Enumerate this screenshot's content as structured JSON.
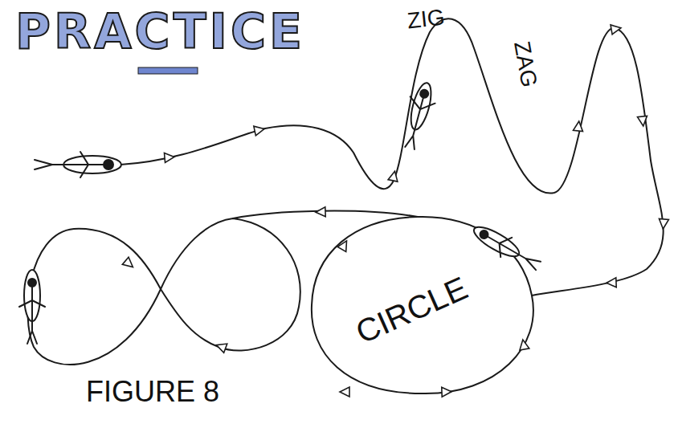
{
  "diagram": {
    "title": "PRACTICE",
    "labels": [
      "ZIG",
      "ZAG",
      "CIRCLE",
      "FIGURE 8"
    ]
  }
}
